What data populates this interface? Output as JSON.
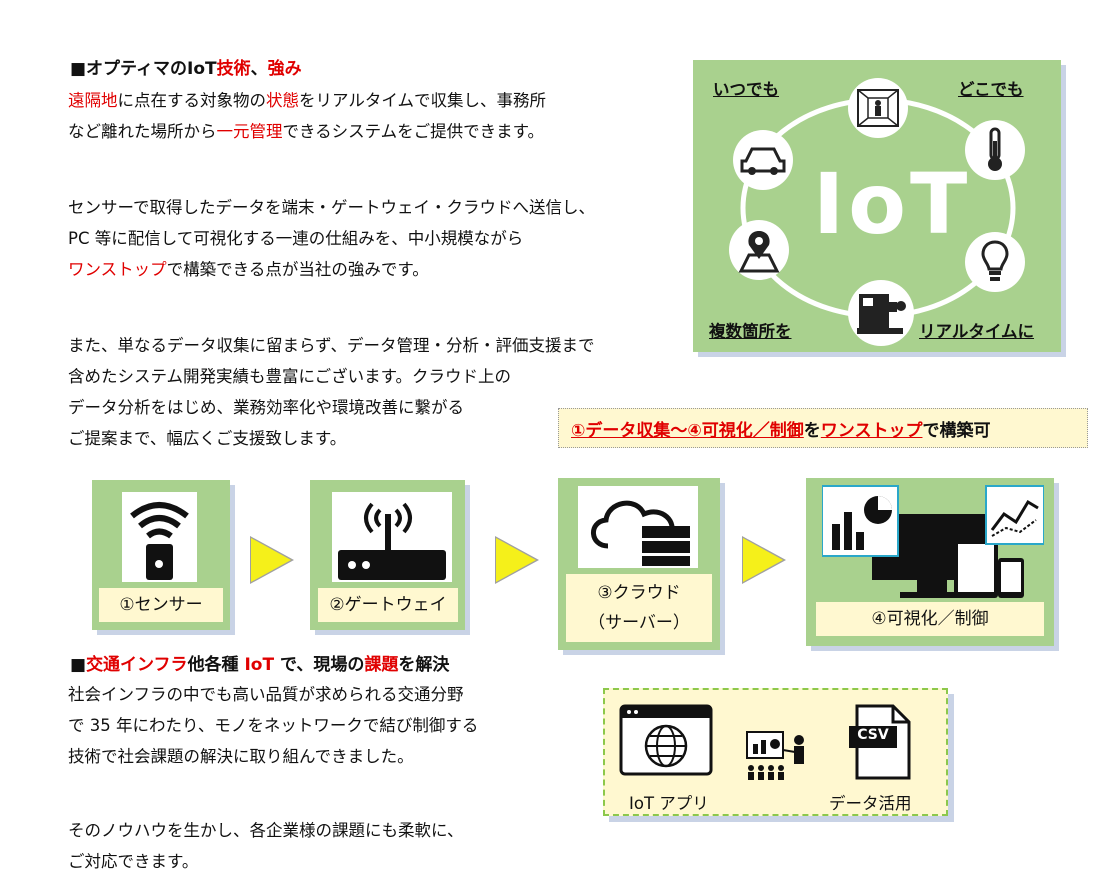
{
  "section1": {
    "heading_prefix": "■オプティマのIoT",
    "heading_red1": "技術",
    "heading_mid": "、",
    "heading_red2": "強み",
    "p1_line1_red1": "遠隔地",
    "p1_line1_mid": "に点在する対象物の",
    "p1_line1_red2": "状態",
    "p1_line1_rest": "をリアルタイムで収集し、事務所",
    "p1_line2_pre": "など離れた場所から",
    "p1_line2_red": "一元管理",
    "p1_line2_rest": "できるシステムをご提供できます。",
    "p2_line1": "センサーで取得したデータを端末・ゲートウェイ・クラウドへ送信し、",
    "p2_line2": "PC 等に配信して可視化する一連の仕組みを、中小規模ながら",
    "p2_line3_red": "ワンストップ",
    "p2_line3_rest": "で構築できる点が当社の強みです。",
    "p3_line1": "また、単なるデータ収集に留まらず、データ管理・分析・評価支援まで",
    "p3_line2": "含めたシステム開発実績も豊富にございます。クラウド上の",
    "p3_line3": "データ分析をはじめ、業務効率化や環境改善に繋がる",
    "p3_line4": "ご提案まで、幅広くご支援致します。"
  },
  "iot_panel": {
    "top_left": "いつでも",
    "top_right": "どこでも",
    "bottom_left": "複数箇所を",
    "bottom_right": "リアルタイムに",
    "center": "IoT",
    "colors": {
      "bg": "#a9d18e",
      "ring": "#ffffff"
    }
  },
  "banner": {
    "part1": "①データ収集～④可視化／制御",
    "part2": "を",
    "part3": "ワンストップ",
    "part4": "で構築可"
  },
  "flow": {
    "steps": [
      {
        "label": "①センサー",
        "icon": "wifi-sensor-icon"
      },
      {
        "label": "②ゲートウェイ",
        "icon": "router-icon"
      },
      {
        "label_line1": "③クラウド",
        "label_line2": "（サーバー）",
        "icon": "cloud-server-icon"
      },
      {
        "label": "④可視化／制御",
        "icon": "devices-icon"
      }
    ]
  },
  "section2": {
    "heading_prefix": "■",
    "heading_red1": "交通インフラ",
    "heading_mid1": "他各種 ",
    "heading_red2": "IoT",
    "heading_mid2": " で、現場の",
    "heading_red3": "課題",
    "heading_rest": "を解決",
    "p1_line1": "社会インフラの中でも高い品質が求められる交通分野",
    "p1_line2": "で 35 年にわたり、モノをネットワークで結び制御する",
    "p1_line3": "技術で社会課題の解決に取り組んできました。",
    "p2_line1": "そのノウハウを生かし、各企業様の課題にも柔軟に、",
    "p2_line2": "ご対応できます。"
  },
  "app_panel": {
    "left_caption": "IoT アプリ",
    "right_caption": "データ活用",
    "csv_label": "CSV"
  }
}
